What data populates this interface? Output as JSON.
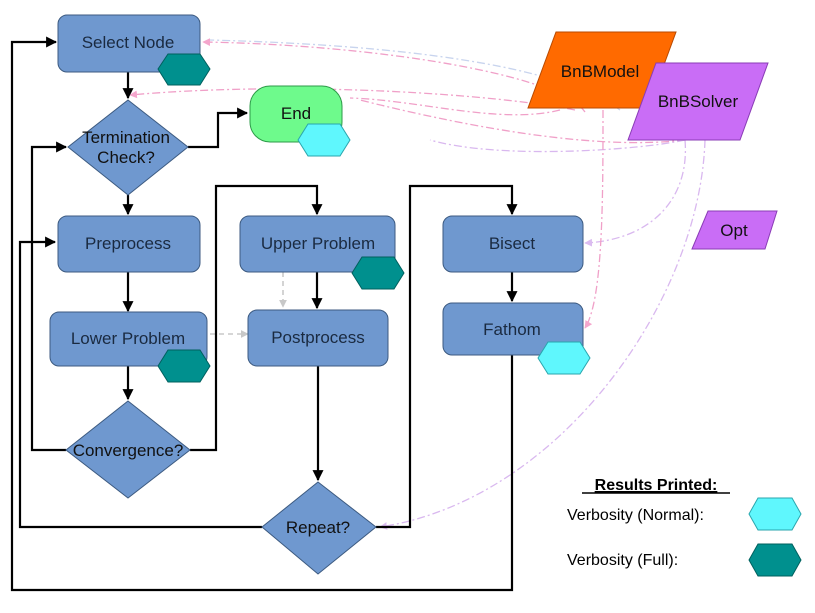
{
  "nodes": {
    "select_node": "Select Node",
    "termination_check_line1": "Termination",
    "termination_check_line2": "Check?",
    "end": "End",
    "preprocess": "Preprocess",
    "lower_problem": "Lower Problem",
    "convergence": "Convergence?",
    "upper_problem": "Upper Problem",
    "postprocess": "Postprocess",
    "repeat": "Repeat?",
    "bisect": "Bisect",
    "fathom": "Fathom"
  },
  "data_blocks": {
    "bnb_model": "BnBModel",
    "bnb_solver": "BnBSolver",
    "opt": "Opt"
  },
  "legend": {
    "title": "Results Printed:",
    "normal": "Verbosity (Normal):",
    "full": "Verbosity (Full):"
  },
  "colors": {
    "process_fill": "#6f98cf",
    "decision_fill": "#6f98cf",
    "end_fill": "#6efa8c",
    "normal_badge": "#5ff7fd",
    "full_badge": "#00908e",
    "bnb_model": "#ff6a00",
    "bnb_solver": "#c96df6",
    "opt": "#c96df6"
  }
}
